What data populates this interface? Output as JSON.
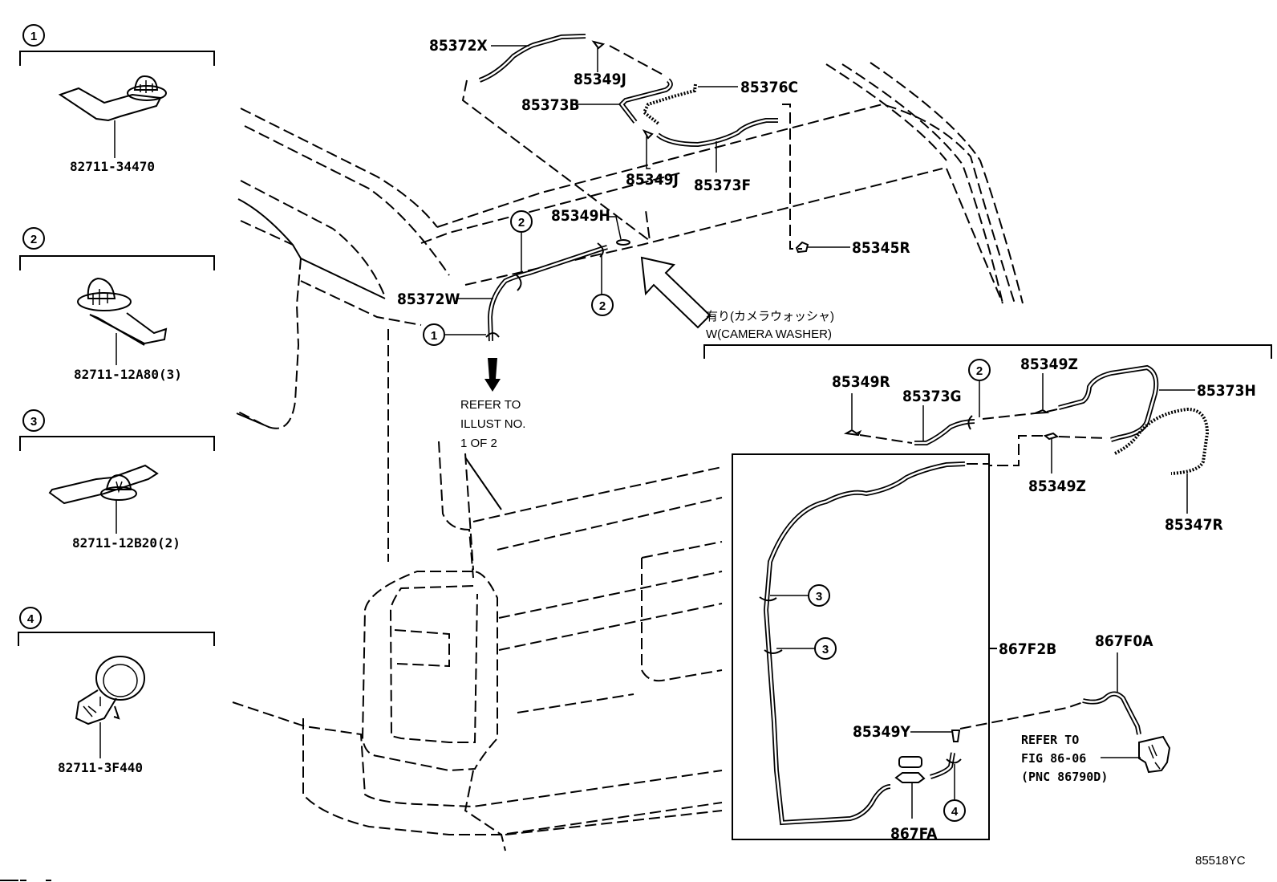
{
  "diagram": {
    "figure_id": "85518YC",
    "legend_clips": [
      {
        "ref": "1",
        "part_no": "82711-34470"
      },
      {
        "ref": "2",
        "part_no": "82711-12A80(3)"
      },
      {
        "ref": "3",
        "part_no": "82711-12B20(2)"
      },
      {
        "ref": "4",
        "part_no": "82711-3F440"
      }
    ],
    "main_parts": {
      "p85372X": "85372X",
      "p85349J_top": "85349J",
      "p85376C": "85376C",
      "p85373B": "85373B",
      "p85349J_bottom": "85349J",
      "p85373F": "85373F",
      "p85349H": "85349H",
      "p85345R": "85345R",
      "p85372W": "85372W"
    },
    "main_callouts": {
      "c2_upper": "2",
      "c2_lower": "2",
      "c1": "1"
    },
    "refer_note": {
      "line1": "REFER TO",
      "line2": "ILLUST NO.",
      "line3": "1 OF 2"
    },
    "camera_washer": {
      "label_jp": "有り(カメラウォッシャ)",
      "label_en": "W(CAMERA WASHER)",
      "parts": {
        "p85349R": "85349R",
        "p85373G": "85373G",
        "p85349Z_top": "85349Z",
        "p85373H": "85373H",
        "p85349Z_bottom": "85349Z",
        "p85347R": "85347R",
        "p867F2B": "867F2B",
        "p867F0A": "867F0A",
        "p85349Y": "85349Y",
        "p867FA": "867FA"
      },
      "callouts": {
        "c2": "2",
        "c3_upper": "3",
        "c3_lower": "3",
        "c4": "4"
      },
      "refer_note": {
        "line1": "REFER TO",
        "line2": "FIG 86-06",
        "line3": "(PNC 86790D)"
      }
    }
  }
}
